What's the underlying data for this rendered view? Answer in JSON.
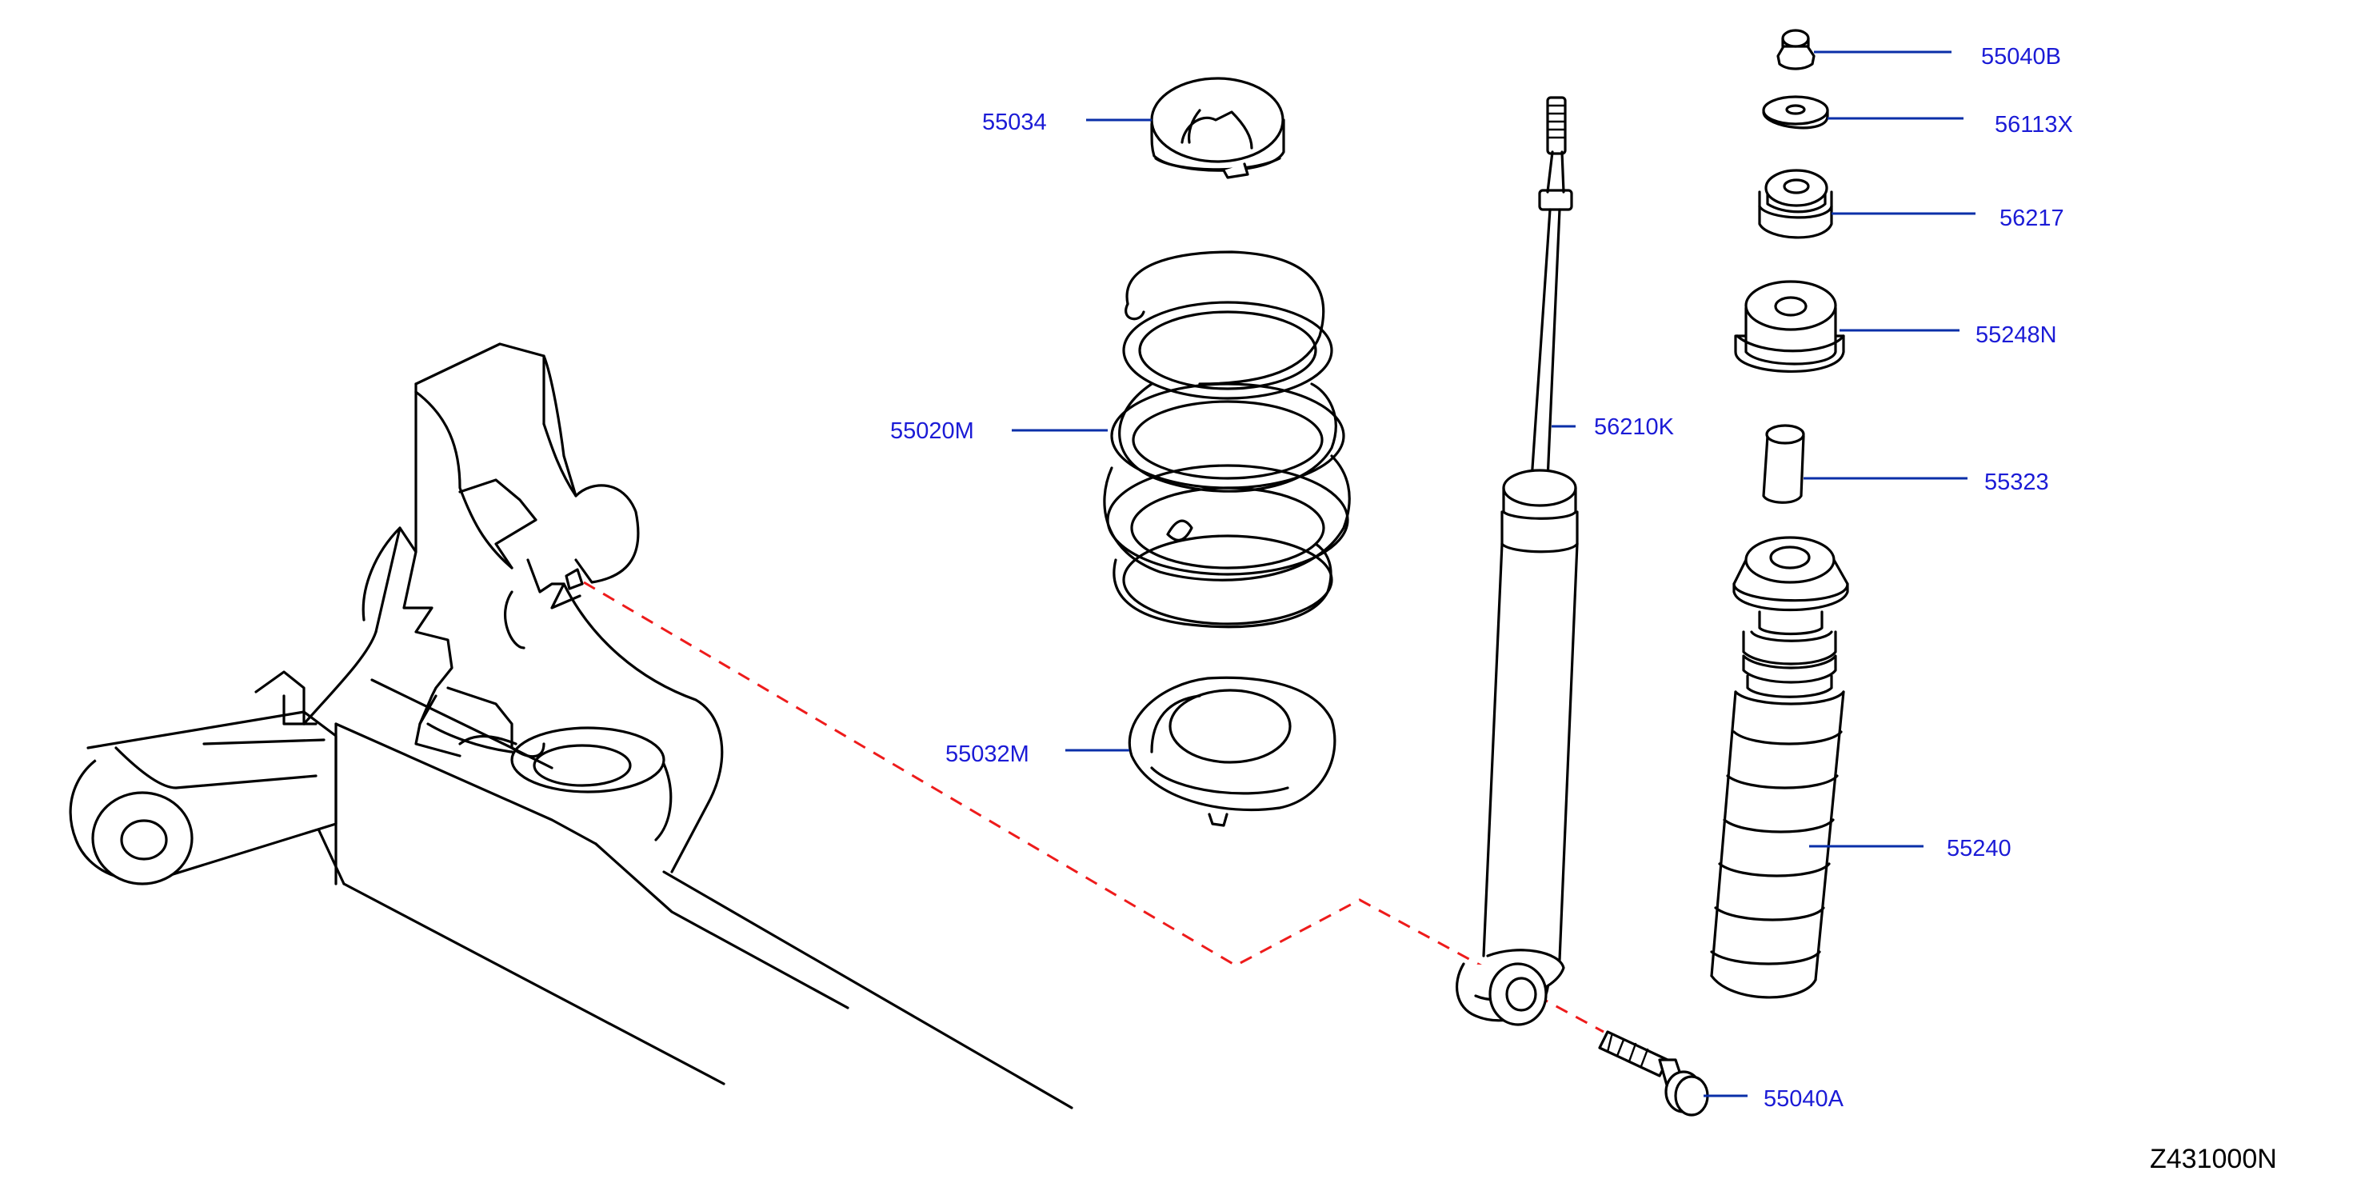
{
  "diagram": {
    "reference_code": "Z431000N",
    "parts": [
      {
        "id": "p-55040b",
        "label": "55040B"
      },
      {
        "id": "p-56113x",
        "label": "56113X"
      },
      {
        "id": "p-55034",
        "label": "55034"
      },
      {
        "id": "p-56217",
        "label": "56217"
      },
      {
        "id": "p-55248n",
        "label": "55248N"
      },
      {
        "id": "p-55020m",
        "label": "55020M"
      },
      {
        "id": "p-56210k",
        "label": "56210K"
      },
      {
        "id": "p-55323",
        "label": "55323"
      },
      {
        "id": "p-55032m",
        "label": "55032M"
      },
      {
        "id": "p-55240",
        "label": "55240"
      },
      {
        "id": "p-55040a",
        "label": "55040A"
      }
    ],
    "colors": {
      "label": "#1b1bd6",
      "leader": "#0a2fa8",
      "mount_path": "#ee1b1b",
      "line_art": "#000000",
      "background": "#ffffff"
    }
  }
}
